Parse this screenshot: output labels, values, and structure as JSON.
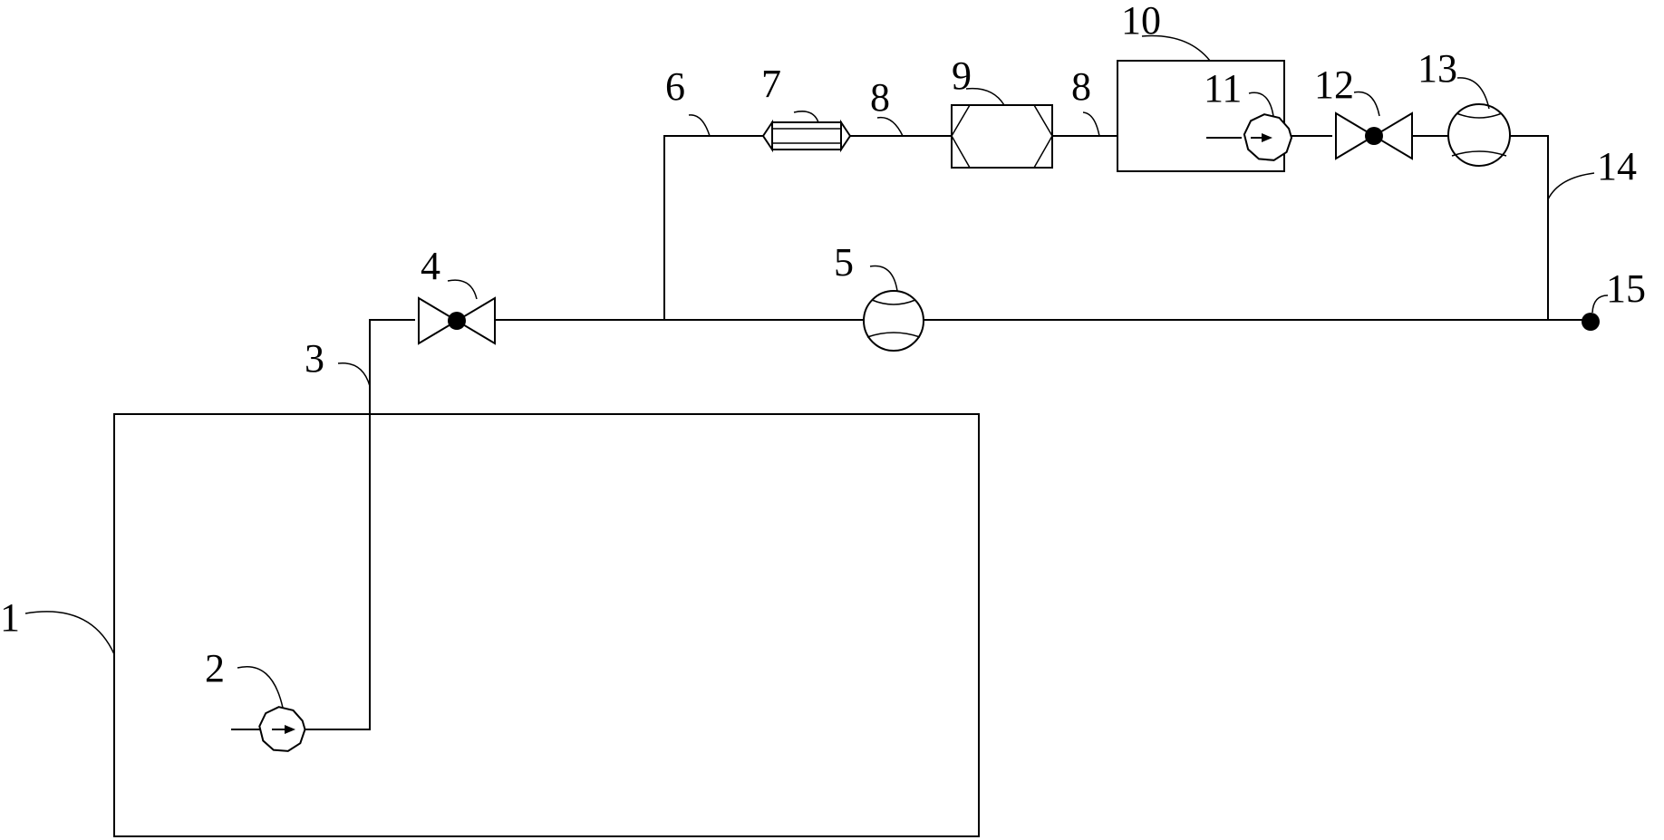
{
  "diagram": {
    "labels": {
      "l1": "1",
      "l2": "2",
      "l3": "3",
      "l4": "4",
      "l5": "5",
      "l6": "6",
      "l7": "7",
      "l8a": "8",
      "l8b": "8",
      "l9": "9",
      "l10": "10",
      "l11": "11",
      "l12": "12",
      "l13": "13",
      "l14": "14",
      "l15": "15"
    }
  }
}
